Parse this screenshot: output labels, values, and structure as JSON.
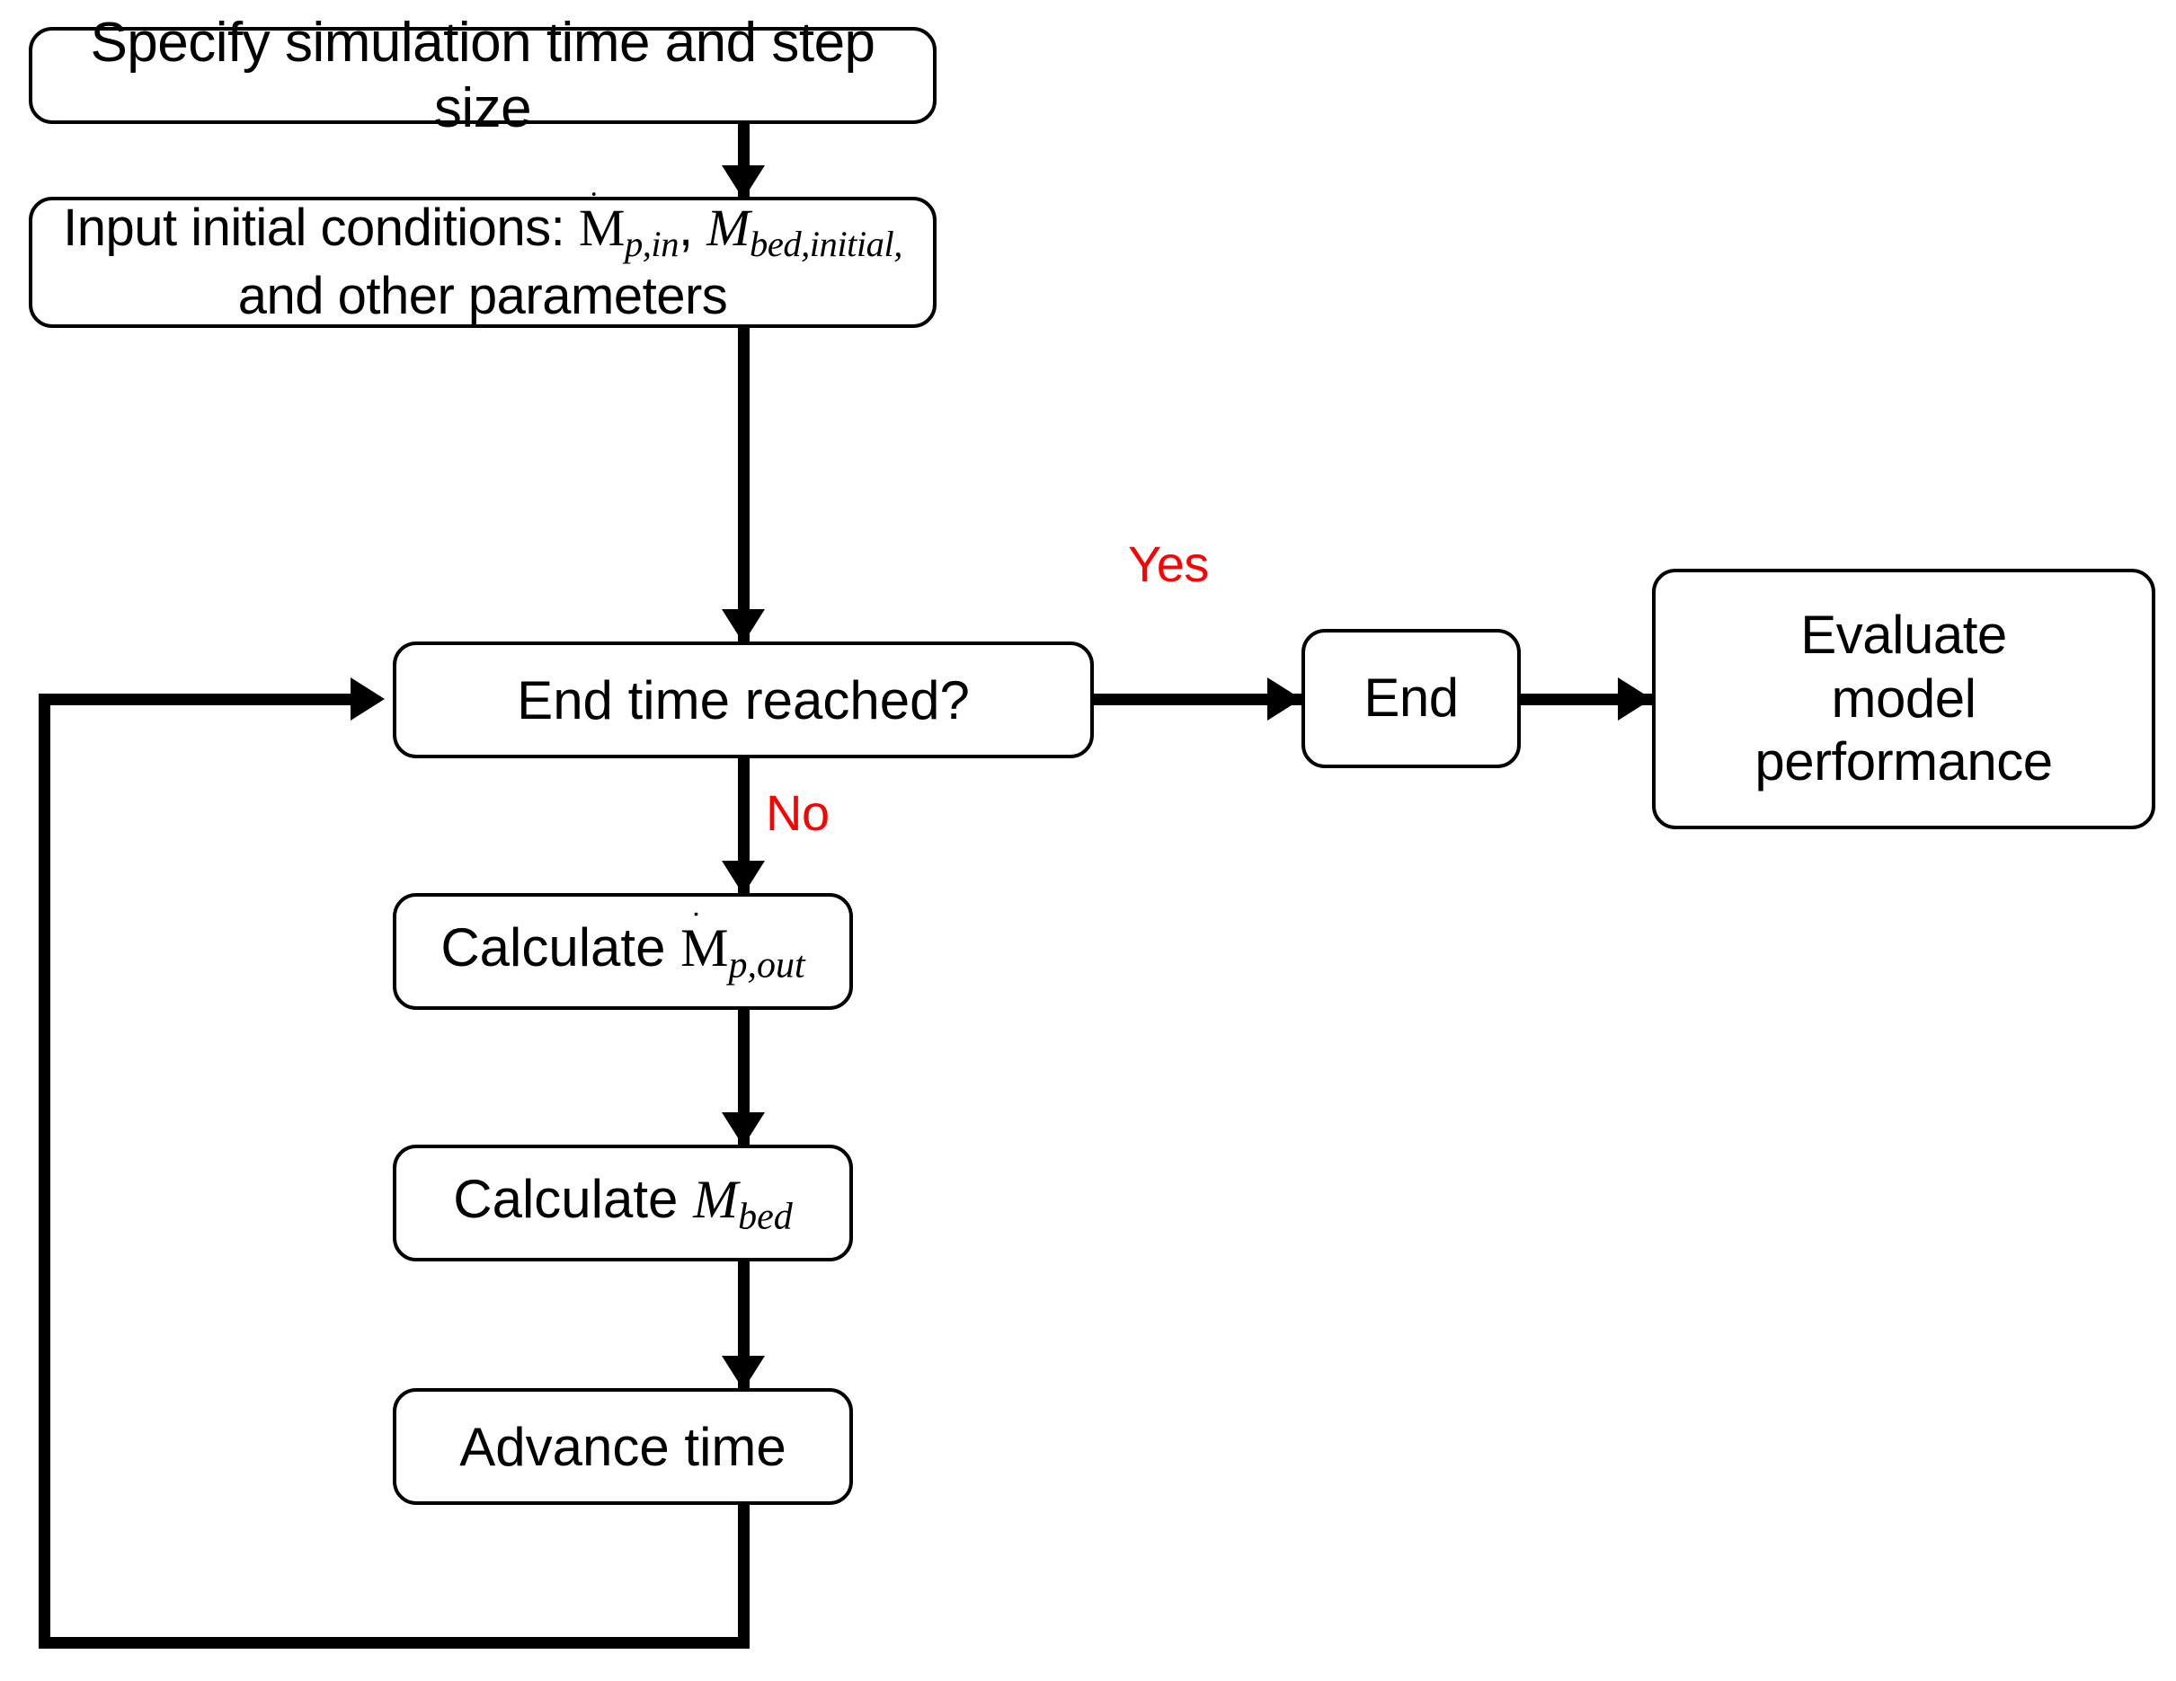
{
  "diagram": {
    "title": "Simulation model flowchart",
    "type": "flowchart",
    "colors": {
      "stroke": "#000000",
      "background": "#ffffff",
      "branch_label": "#ff0000"
    },
    "nodes": {
      "specify": {
        "label": "Specify simulation time and step size",
        "shape": "rounded-rect"
      },
      "input": {
        "line1_prefix": "Input initial conditions: ",
        "var1_base": "M",
        "var1_dot": "˙",
        "var1_sub": "p,in",
        "separator": ", ",
        "var2_base": "M",
        "var2_sub": "bed,initial",
        "trailing": ",",
        "line2": "and other parameters",
        "shape": "rounded-rect"
      },
      "decision": {
        "label": "End time reached?",
        "shape": "rounded-rect"
      },
      "end": {
        "label": "End",
        "shape": "rounded-rect"
      },
      "evaluate": {
        "line1": "Evaluate",
        "line2": "model",
        "line3": "performance",
        "shape": "rounded-rect"
      },
      "calc_out": {
        "prefix": "Calculate ",
        "var_base": "M",
        "var_dot": "˙",
        "var_sub": "p,out",
        "shape": "rounded-rect"
      },
      "calc_bed": {
        "prefix": "Calculate ",
        "var_base": "M",
        "var_sub": "bed",
        "shape": "rounded-rect"
      },
      "advance": {
        "label": "Advance time",
        "shape": "rounded-rect"
      }
    },
    "branch_labels": {
      "yes": "Yes",
      "no": "No"
    },
    "edges": [
      {
        "from": "specify",
        "to": "input",
        "label": ""
      },
      {
        "from": "input",
        "to": "decision",
        "label": ""
      },
      {
        "from": "decision",
        "to": "end",
        "label": "Yes"
      },
      {
        "from": "end",
        "to": "evaluate",
        "label": ""
      },
      {
        "from": "decision",
        "to": "calc_out",
        "label": "No"
      },
      {
        "from": "calc_out",
        "to": "calc_bed",
        "label": ""
      },
      {
        "from": "calc_bed",
        "to": "advance",
        "label": ""
      },
      {
        "from": "advance",
        "to": "decision",
        "label": ""
      }
    ]
  }
}
